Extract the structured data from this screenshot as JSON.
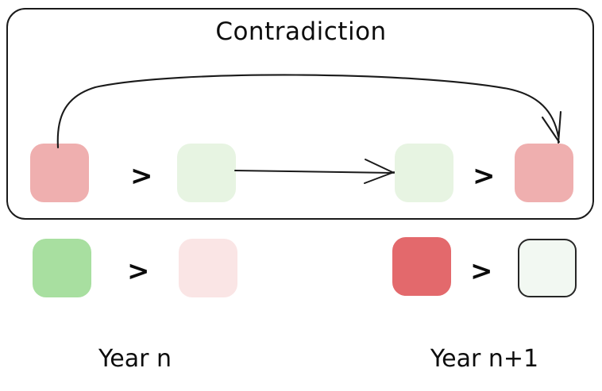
{
  "diagram": {
    "title": "Contradiction",
    "background_color": "#ffffff",
    "group": {
      "label": "Contradiction",
      "border_color": "#1a1a1a"
    },
    "labels": {
      "year_n": "Year n",
      "year_n_plus_1": "Year n+1"
    },
    "operators": {
      "greater_than": ">"
    },
    "rows": [
      {
        "name": "contradiction-row",
        "boxes": [
          {
            "id": "r1-b1",
            "color": "#efafaf",
            "meaning": "red-medium",
            "outlined": false
          },
          {
            "id": "r1-b2",
            "color": "#e7f4e2",
            "meaning": "green-pale",
            "outlined": false
          },
          {
            "id": "r1-b3",
            "color": "#e7f4e2",
            "meaning": "green-pale",
            "outlined": false
          },
          {
            "id": "r1-b4",
            "color": "#efafaf",
            "meaning": "red-medium",
            "outlined": false
          }
        ],
        "operators": [
          ">",
          ">"
        ]
      },
      {
        "name": "baseline-row",
        "boxes": [
          {
            "id": "r2-b1",
            "color": "#a8dfa0",
            "meaning": "green-strong",
            "outlined": false
          },
          {
            "id": "r2-b2",
            "color": "#fae5e5",
            "meaning": "red-pale",
            "outlined": false
          },
          {
            "id": "r2-b3",
            "color": "#e3696c",
            "meaning": "red-strong",
            "outlined": false
          },
          {
            "id": "r2-b4",
            "color": "#f2f8f2",
            "meaning": "neutral-outlined",
            "outlined": true
          }
        ],
        "operators": [
          ">",
          ">"
        ]
      }
    ],
    "arrows": [
      {
        "name": "contradiction-arc",
        "from": "r1-b1",
        "to": "r1-b4",
        "style": "curved",
        "color": "#1a1a1a"
      },
      {
        "name": "implication-arrow",
        "from": "r1-b2",
        "to": "r1-b3",
        "style": "straight",
        "color": "#1a1a1a"
      }
    ]
  }
}
